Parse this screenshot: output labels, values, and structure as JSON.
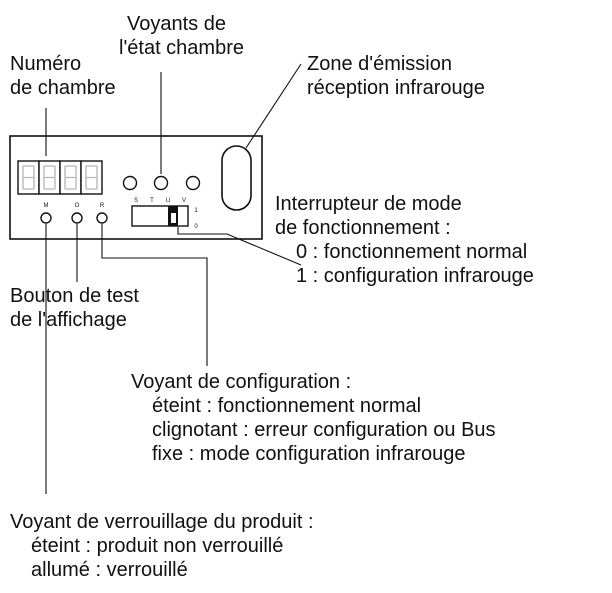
{
  "labels": {
    "room_number": [
      "Numéro",
      "de chambre"
    ],
    "room_status_leds": [
      "Voyants de",
      "l'état chambre"
    ],
    "ir_zone": [
      "Zone d'émission",
      "réception infrarouge"
    ],
    "mode_switch": [
      "Interrupteur de mode",
      "de fonctionnement :",
      "0 : fonctionnement normal",
      "1 : configuration infrarouge"
    ],
    "display_test": [
      "Bouton de test",
      "de l'affichage"
    ],
    "config_led": [
      "Voyant de configuration :",
      "éteint : fonctionnement normal",
      "clignotant : erreur configuration ou Bus",
      "fixe : mode configuration infrarouge"
    ],
    "lock_led": [
      "Voyant de verrouillage du produit :",
      "éteint : produit non verrouillé",
      "allumé : verrouillé"
    ]
  },
  "panel_markings": {
    "button_letters": [
      "M",
      "O",
      "R"
    ],
    "switch_letters": [
      "S",
      "T",
      "U",
      "V"
    ],
    "switch_positions": [
      "1",
      "0"
    ]
  }
}
